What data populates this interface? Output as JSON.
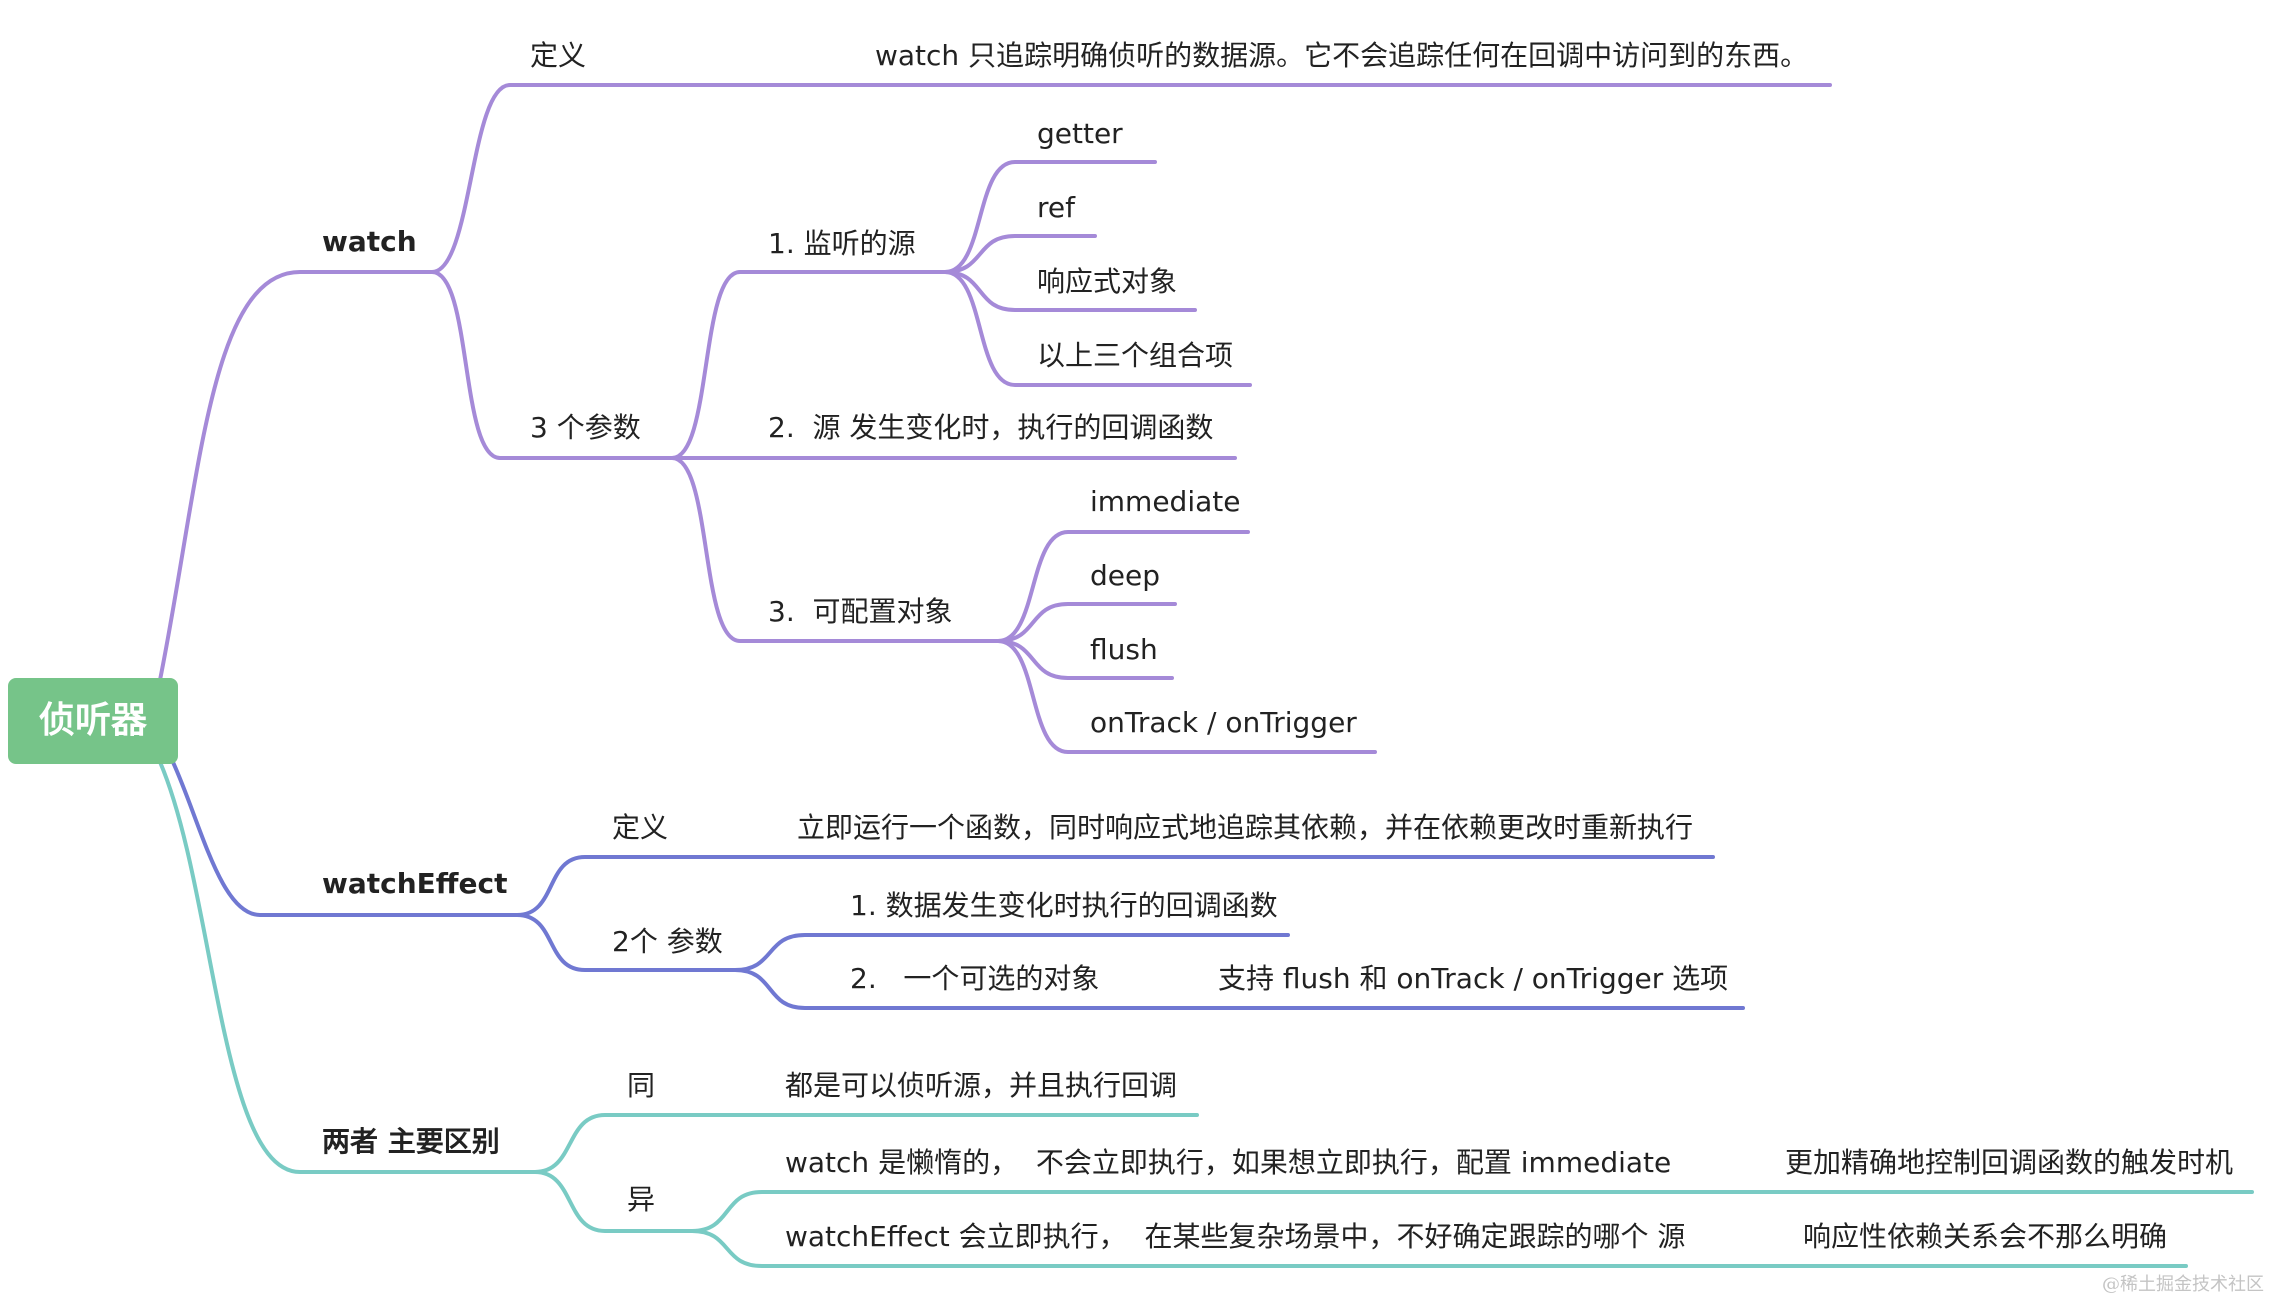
{
  "colors": {
    "watch": "#a58ad8",
    "watchEffect": "#7078d2",
    "diff": "#79cbc4",
    "root": "#76c489"
  },
  "root": "侦听器",
  "watch": {
    "label": "watch",
    "definition": {
      "label": "定义",
      "text": "watch 只追踪明确侦听的数据源。它不会追踪任何在回调中访问到的东西。"
    },
    "params": {
      "label": "3 个参数",
      "source": {
        "label": "1. 监听的源",
        "items": [
          "getter",
          "ref",
          "响应式对象",
          "以上三个组合项"
        ]
      },
      "callback": "2.  源 发生变化时，执行的回调函数",
      "options": {
        "label": "3.  可配置对象",
        "items": [
          "immediate",
          "deep",
          "flush",
          "onTrack / onTrigger"
        ]
      }
    }
  },
  "watchEffect": {
    "label": "watchEffect",
    "definition": {
      "label": "定义",
      "text": "立即运行一个函数，同时响应式地追踪其依赖，并在依赖更改时重新执行"
    },
    "params": {
      "label": "2个 参数",
      "first": "1. 数据发生变化时执行的回调函数",
      "second": {
        "label": "2.   一个可选的对象",
        "detail": "支持 flush 和 onTrack / onTrigger 选项"
      }
    }
  },
  "diff": {
    "label": "两者 主要区别",
    "same": {
      "label": "同",
      "text": "都是可以侦听源，并且执行回调"
    },
    "different": {
      "label": "异",
      "items": [
        {
          "text": "watch 是懒惰的，  不会立即执行，如果想立即执行，配置 immediate",
          "note": "更加精确地控制回调函数的触发时机"
        },
        {
          "text": "watchEffect 会立即执行，  在某些复杂场景中，不好确定跟踪的哪个 源",
          "note": "响应性依赖关系会不那么明确"
        }
      ]
    }
  },
  "watermark": "@稀土掘金技术社区"
}
